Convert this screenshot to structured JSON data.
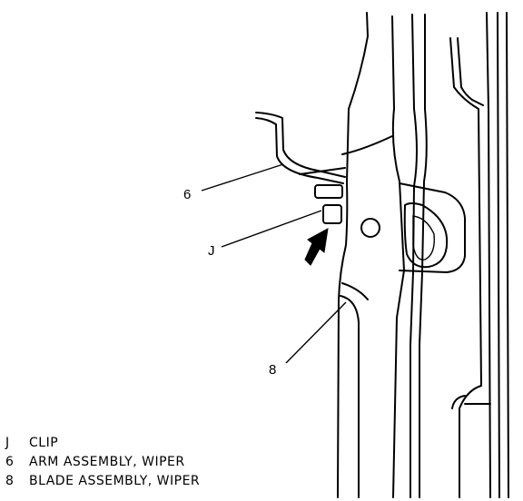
{
  "callouts": {
    "six": "6",
    "j": "J",
    "eight": "8"
  },
  "legend": [
    {
      "key": "J",
      "text": "CLIP"
    },
    {
      "key": "6",
      "text": "ARM ASSEMBLY, WIPER"
    },
    {
      "key": "8",
      "text": "BLADE ASSEMBLY, WIPER"
    }
  ],
  "colors": {
    "ink": "#000000",
    "paper": "#ffffff"
  }
}
